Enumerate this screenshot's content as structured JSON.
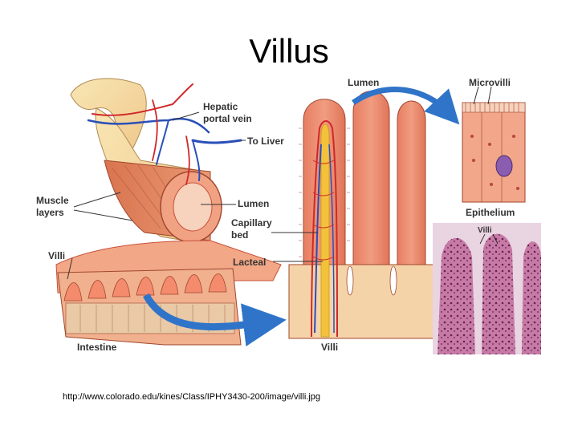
{
  "slide": {
    "title": "Villus",
    "source_url": "http://www.colorado.edu/kines/Class/IPHY3430-200/image/villi.jpg"
  },
  "labels": {
    "hepatic_portal_vein": "Hepatic\nportal vein",
    "to_liver": "To Liver",
    "muscle_layers": "Muscle\nlayers",
    "lumen_left": "Lumen",
    "capillary_bed": "Capillary\nbed",
    "villi_left": "Villi",
    "lacteal": "Lacteal",
    "intestine": "Intestine",
    "lumen_top": "Lumen",
    "villi_center": "Villi",
    "microvilli": "Microvilli",
    "epithelium": "Epithelium",
    "villi_micrograph": "Villi"
  },
  "colors": {
    "tissue": "#e8866c",
    "tissue_dark": "#c8503a",
    "fat": "#f5dca0",
    "vein": "#2a4fb8",
    "artery": "#d0282a",
    "lacteal": "#f3c23a",
    "arrow": "#2f74c8",
    "stain": "#a8487a"
  }
}
